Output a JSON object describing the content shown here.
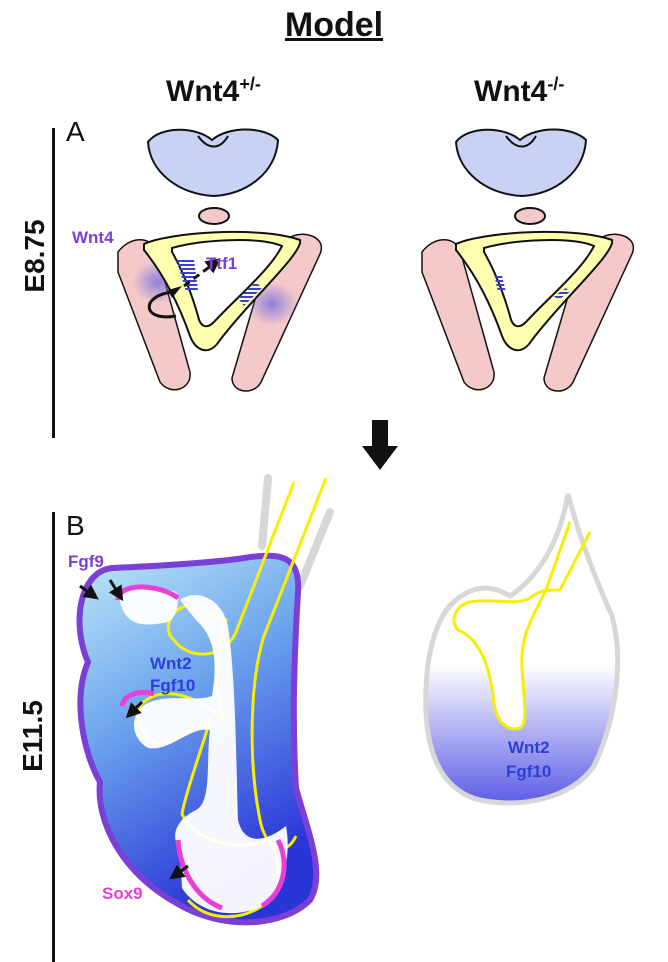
{
  "title": "Model",
  "genotypes": {
    "het": {
      "base": "Wnt4",
      "sup": "+/-"
    },
    "ko": {
      "base": "Wnt4",
      "sup": "-/-"
    }
  },
  "panels": {
    "a": "A",
    "b": "B"
  },
  "stages": {
    "e875": "E8.75",
    "e115": "E11.5"
  },
  "labels": {
    "wnt4": "Wnt4",
    "ttf1": "Ttf1",
    "fgf9": "Fgf9",
    "wnt2_het": "Wnt2",
    "fgf10_het": "Fgf10",
    "sox9": "Sox9",
    "wnt2_ko": "Wnt2",
    "fgf10_ko": "Fgf10"
  },
  "colors": {
    "wnt4_signal": "#7b3fd6",
    "mesenchyme": "#2c3fd8",
    "sox9": "#e83fd9",
    "epithelium_outline": "#f5f000",
    "endoderm_fill": "#ffffb0",
    "mesoderm_pink": "#f6c9c9",
    "neural_tube": "#c7d2f5"
  }
}
